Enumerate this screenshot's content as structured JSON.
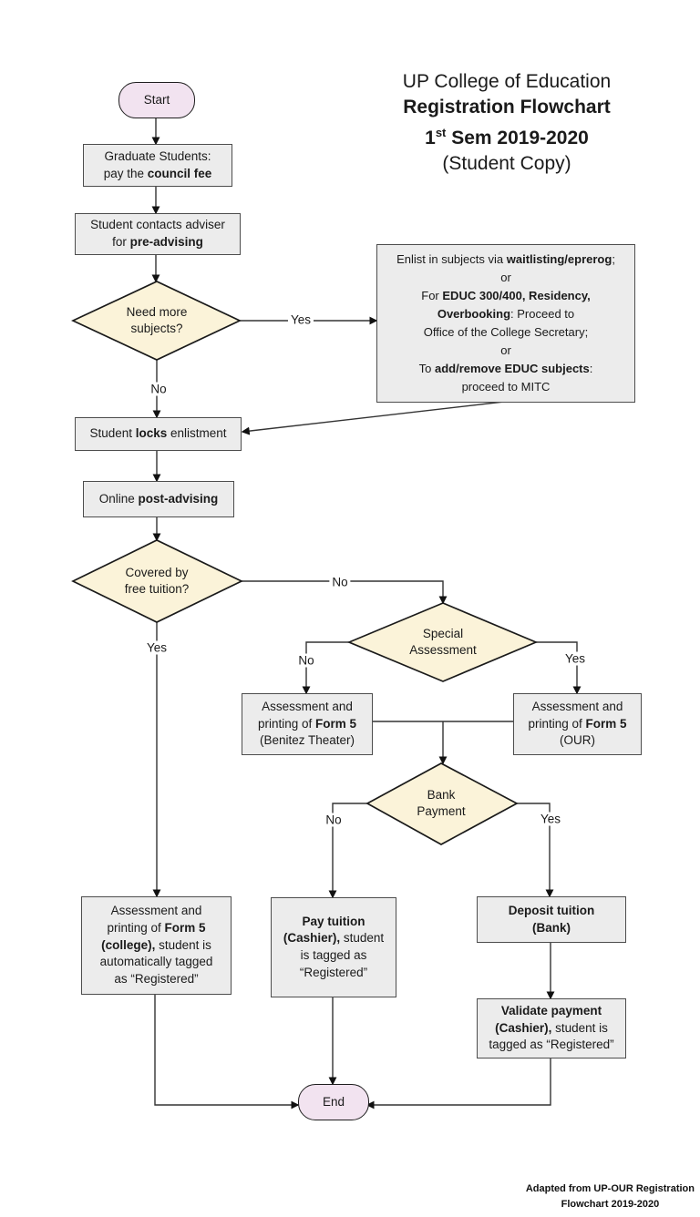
{
  "title": {
    "line1": "UP College of Education",
    "line2": "Registration Flowchart",
    "line3_prefix": "1",
    "line3_sup": "st",
    "line3_rest": " Sem 2019-2020",
    "line4": "(Student Copy)"
  },
  "footer": {
    "line1": "Adapted from UP-OUR Registration",
    "line2": "Flowchart 2019-2020"
  },
  "colors": {
    "process_fill": "#ececec",
    "process_border": "#4d4d4d",
    "decision_fill": "#fbf3d9",
    "terminal_fill": "#f2e3f0",
    "connector": "#333333",
    "text": "#1a1a1a"
  },
  "nodes": {
    "start": {
      "label": "Start"
    },
    "end": {
      "label": "End"
    },
    "council_fee": {
      "rich": [
        [
          {
            "t": "Graduate Students:"
          }
        ],
        [
          {
            "t": "pay the "
          },
          {
            "t": "council fee",
            "b": true
          }
        ]
      ]
    },
    "pre_advising": {
      "rich": [
        [
          {
            "t": "Student contacts adviser"
          }
        ],
        [
          {
            "t": "for "
          },
          {
            "t": "pre-advising",
            "b": true
          }
        ]
      ]
    },
    "need_more_subjects": {
      "rich": [
        [
          {
            "t": "Need more"
          }
        ],
        [
          {
            "t": "subjects?"
          }
        ]
      ]
    },
    "enlist_options": {
      "rich": [
        [
          {
            "t": "Enlist in subjects via "
          },
          {
            "t": "waitlisting/eprerog",
            "b": true
          },
          {
            "t": ";"
          }
        ],
        [
          {
            "t": "or"
          }
        ],
        [
          {
            "t": "For "
          },
          {
            "t": "EDUC 300/400, Residency,",
            "b": true
          }
        ],
        [
          {
            "t": "Overbooking",
            "b": true
          },
          {
            "t": ": Proceed to"
          }
        ],
        [
          {
            "t": "Office of the College Secretary;"
          }
        ],
        [
          {
            "t": "or"
          }
        ],
        [
          {
            "t": "To "
          },
          {
            "t": "add/remove EDUC subjects",
            "b": true
          },
          {
            "t": ":"
          }
        ],
        [
          {
            "t": "proceed to MITC"
          }
        ]
      ]
    },
    "locks_enlistment": {
      "rich": [
        [
          {
            "t": "Student "
          },
          {
            "t": "locks",
            "b": true
          },
          {
            "t": " enlistment"
          }
        ]
      ]
    },
    "post_advising": {
      "rich": [
        [
          {
            "t": "Online "
          },
          {
            "t": "post-advising",
            "b": true
          }
        ]
      ]
    },
    "free_tuition": {
      "rich": [
        [
          {
            "t": "Covered by"
          }
        ],
        [
          {
            "t": "free tuition?"
          }
        ]
      ]
    },
    "special_assessment": {
      "rich": [
        [
          {
            "t": "Special"
          }
        ],
        [
          {
            "t": "Assessment"
          }
        ]
      ]
    },
    "form5_benitez": {
      "rich": [
        [
          {
            "t": "Assessment and"
          }
        ],
        [
          {
            "t": "printing of "
          },
          {
            "t": "Form 5",
            "b": true
          }
        ],
        [
          {
            "t": "(Benitez Theater)"
          }
        ]
      ]
    },
    "form5_our": {
      "rich": [
        [
          {
            "t": "Assessment and"
          }
        ],
        [
          {
            "t": "printing of "
          },
          {
            "t": "Form 5",
            "b": true
          }
        ],
        [
          {
            "t": "(OUR)"
          }
        ]
      ]
    },
    "bank_payment": {
      "rich": [
        [
          {
            "t": "Bank"
          }
        ],
        [
          {
            "t": "Payment"
          }
        ]
      ]
    },
    "form5_college": {
      "rich": [
        [
          {
            "t": "Assessment and"
          }
        ],
        [
          {
            "t": "printing of "
          },
          {
            "t": "Form 5",
            "b": true
          }
        ],
        [
          {
            "t": "(college),",
            "b": true
          },
          {
            "t": " student is"
          }
        ],
        [
          {
            "t": "automatically tagged"
          }
        ],
        [
          {
            "t": "as “Registered”"
          }
        ]
      ]
    },
    "pay_tuition": {
      "rich": [
        [
          {
            "t": "Pay tuition",
            "b": true
          }
        ],
        [
          {
            "t": "(Cashier),",
            "b": true
          },
          {
            "t": " student"
          }
        ],
        [
          {
            "t": "is tagged as"
          }
        ],
        [
          {
            "t": "“Registered”"
          }
        ]
      ]
    },
    "deposit_tuition": {
      "rich": [
        [
          {
            "t": "Deposit tuition",
            "b": true
          }
        ],
        [
          {
            "t": "(Bank)",
            "b": true
          }
        ]
      ]
    },
    "validate_payment": {
      "rich": [
        [
          {
            "t": "Validate payment",
            "b": true
          }
        ],
        [
          {
            "t": "(Cashier),",
            "b": true
          },
          {
            "t": " student is"
          }
        ],
        [
          {
            "t": "tagged as “Registered”"
          }
        ]
      ]
    }
  },
  "edge_labels": {
    "need_more_yes": "Yes",
    "need_more_no": "No",
    "free_tuition_no": "No",
    "free_tuition_yes": "Yes",
    "special_no": "No",
    "special_yes": "Yes",
    "bank_no": "No",
    "bank_yes": "Yes"
  }
}
